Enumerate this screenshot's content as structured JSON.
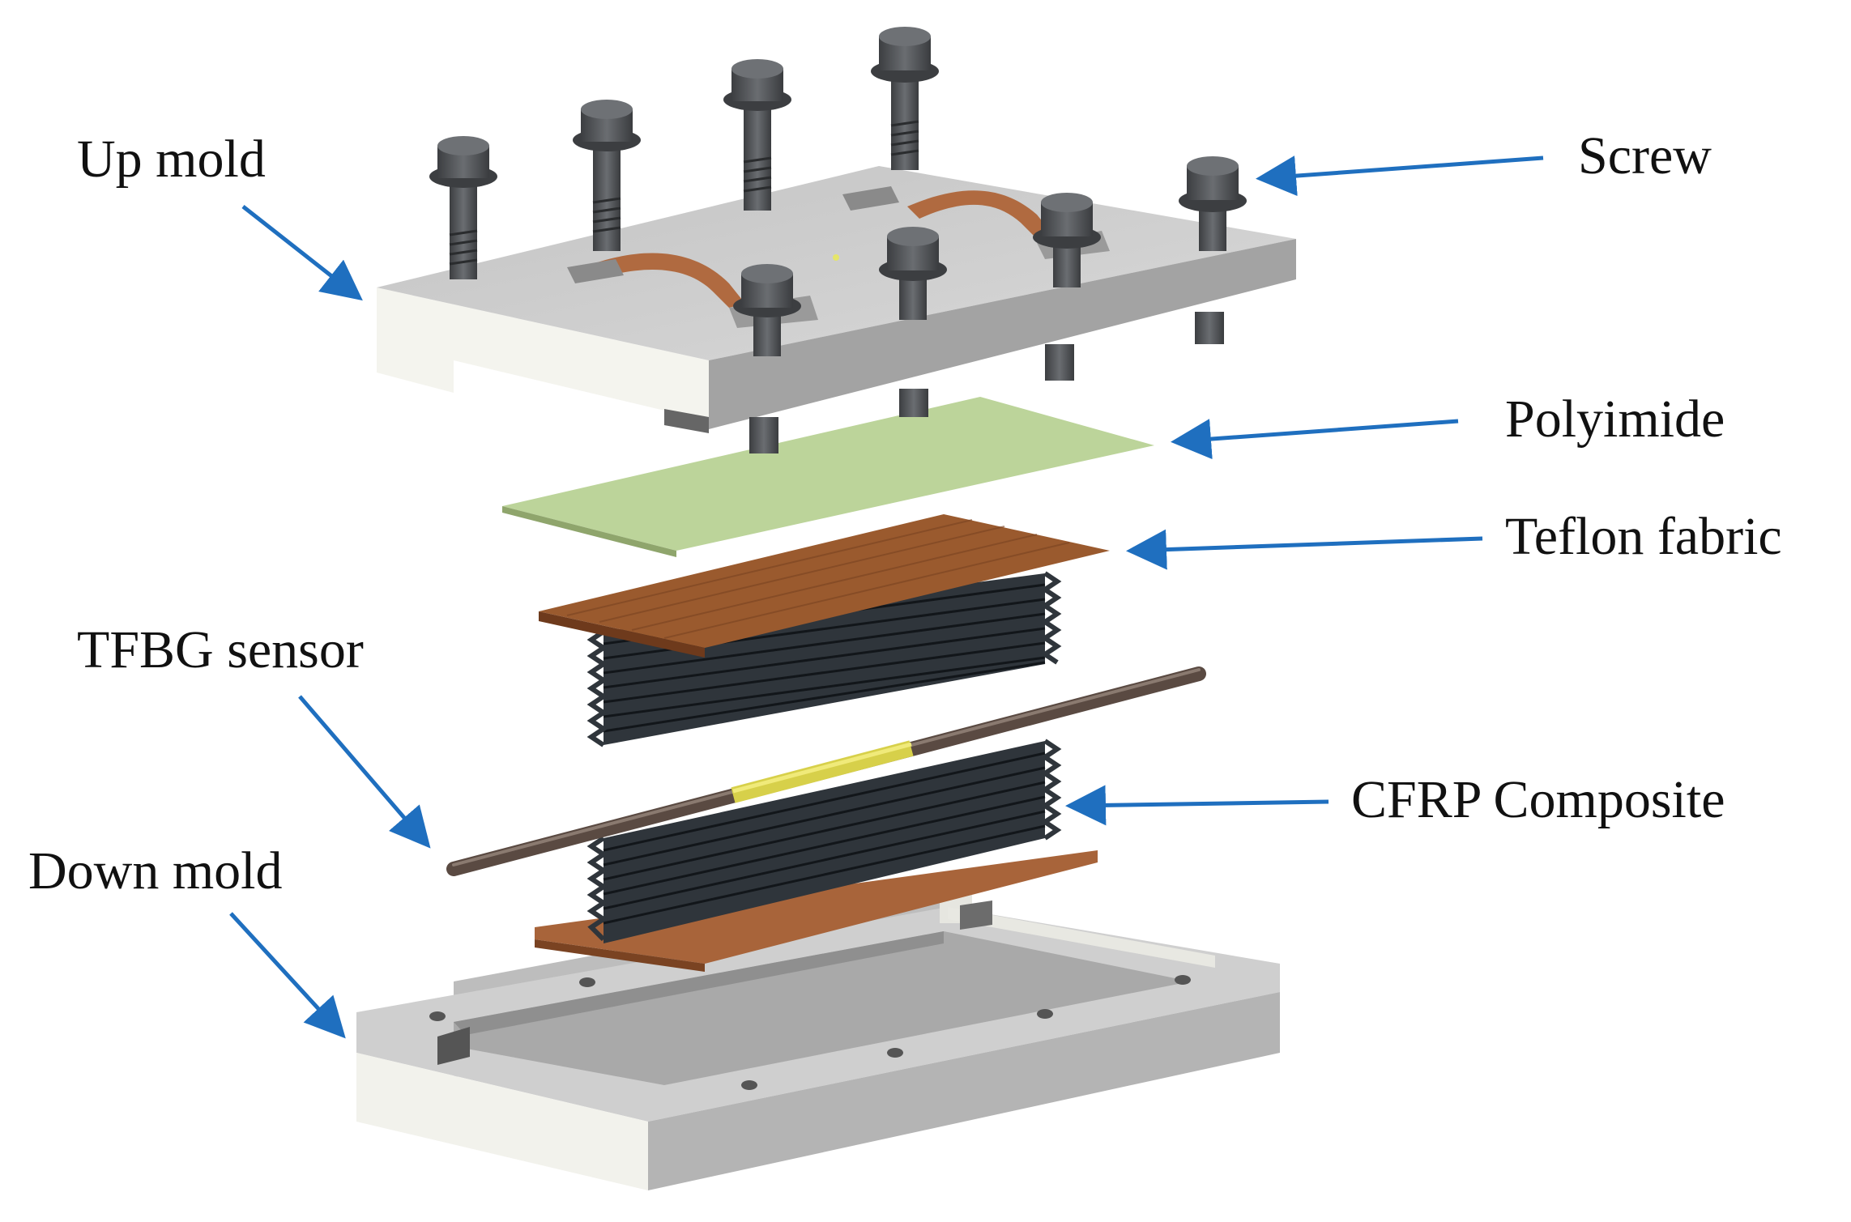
{
  "labels": {
    "up_mold": "Up mold",
    "screw": "Screw",
    "polyimide": "Polyimide",
    "teflon_fabric": "Teflon fabric",
    "tfbg_sensor": "TFBG sensor",
    "cfrp_composite": "CFRP Composite",
    "down_mold": "Down mold"
  },
  "colors": {
    "arrow": "#1f6fbf",
    "mold_top": "#c9c9c9",
    "mold_side": "#9e9e9e",
    "mold_white": "#f4f4ee",
    "polyimide": "#bcd49a",
    "teflon": "#9a5a2e",
    "cfrp": "#2b3138",
    "screw": "#4a4c4f",
    "sensor": "#5a4a42",
    "grating": "#d7d04a"
  }
}
